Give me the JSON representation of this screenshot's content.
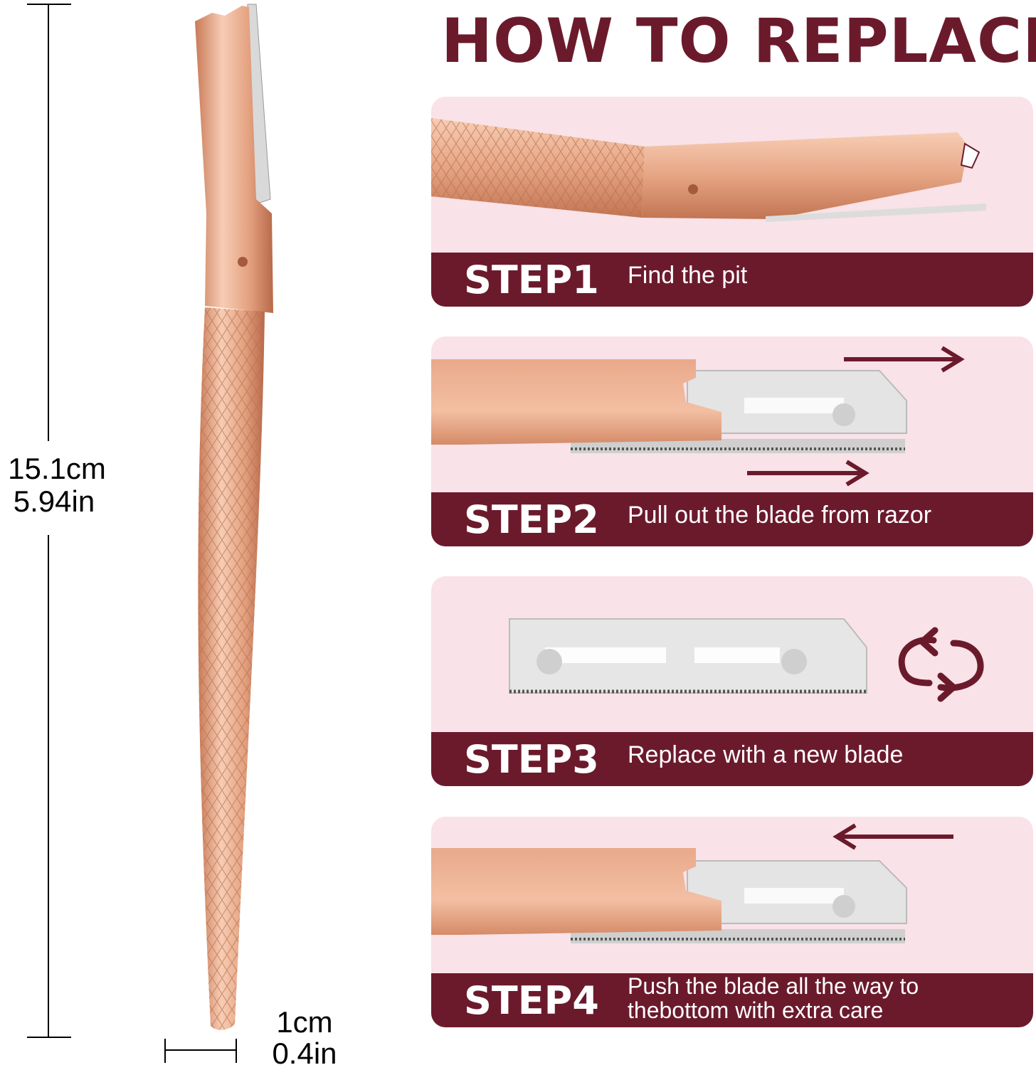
{
  "title": "HOW TO REPLACE",
  "dimensions": {
    "height_cm": "15.1cm",
    "height_in": "5.94in",
    "width_cm": "1cm",
    "width_in": "0.4in"
  },
  "steps": [
    {
      "label": "STEP1",
      "text": "Find the pit"
    },
    {
      "label": "STEP2",
      "text": "Pull out the blade from razor"
    },
    {
      "label": "STEP3",
      "text": "Replace with a new blade"
    },
    {
      "label": "STEP4",
      "text_line1": "Push the blade all the way to",
      "text_line2": "thebottom with extra care"
    }
  ],
  "colors": {
    "accent": "#6b1a2c",
    "card_bg": "#f9e2e8",
    "rose_gold": "#e8a98a"
  }
}
